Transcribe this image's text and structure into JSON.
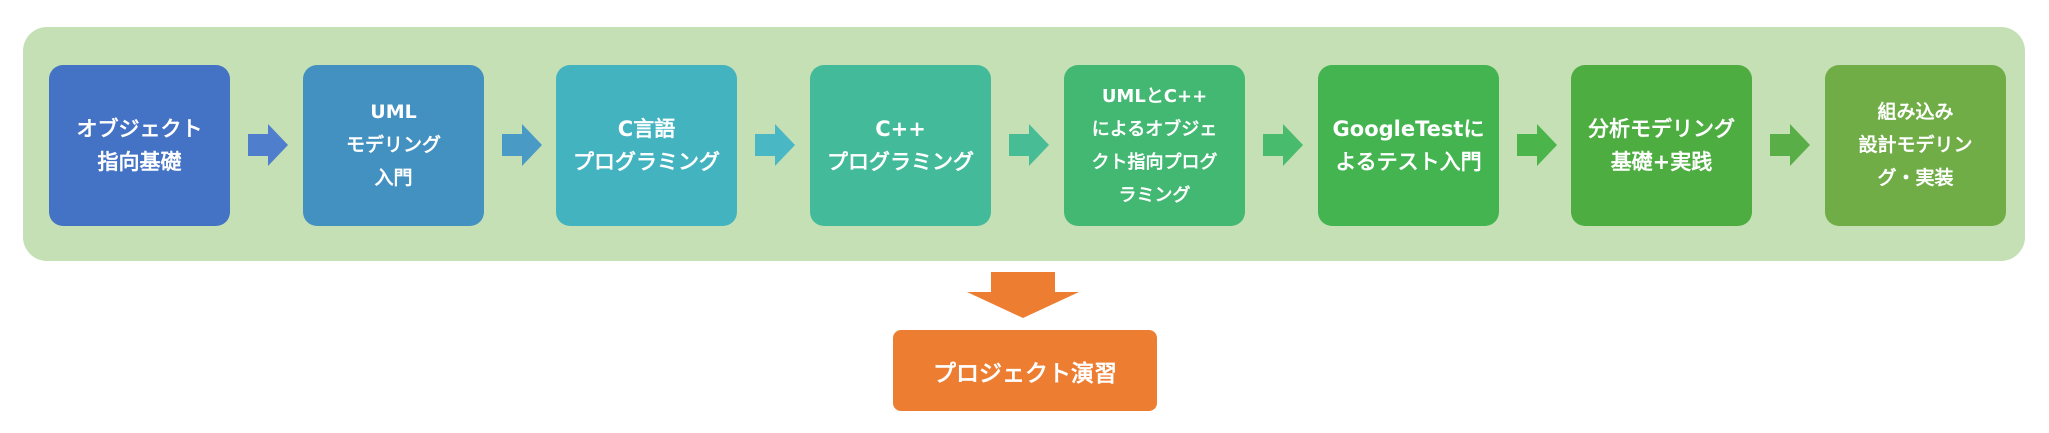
{
  "steps": [
    {
      "lines": [
        "オブジェクト",
        "指向基礎"
      ],
      "color": "#4472c4"
    },
    {
      "lines": [
        "UML",
        "モデリング",
        "入門"
      ],
      "color": "#4391c0"
    },
    {
      "lines": [
        "C言語",
        "プログラミング"
      ],
      "color": "#43b3c0"
    },
    {
      "lines": [
        "C++",
        "プログラミング"
      ],
      "color": "#43ba9a"
    },
    {
      "lines": [
        "UMLとC++",
        "によるオブジェ",
        "クト指向プログ",
        "ラミング"
      ],
      "color": "#43b873"
    },
    {
      "lines": [
        "GoogleTestに",
        "よるテスト入門"
      ],
      "color": "#43b450"
    },
    {
      "lines": [
        "分析モデリング",
        "基礎+実践"
      ],
      "color": "#4ead41"
    },
    {
      "lines": [
        "組み込み",
        "設計モデリン",
        "グ・実装"
      ],
      "color": "#70ad47"
    }
  ],
  "arrow_colors": [
    "#4f7fcc",
    "#4a9ac6",
    "#4ab8c4",
    "#48bd95",
    "#48bb6c",
    "#4bb54c",
    "#5aae48"
  ],
  "outcome": {
    "label": "プロジェクト演習",
    "color": "#ed7d31"
  },
  "panel_color": "#c5e0b4"
}
